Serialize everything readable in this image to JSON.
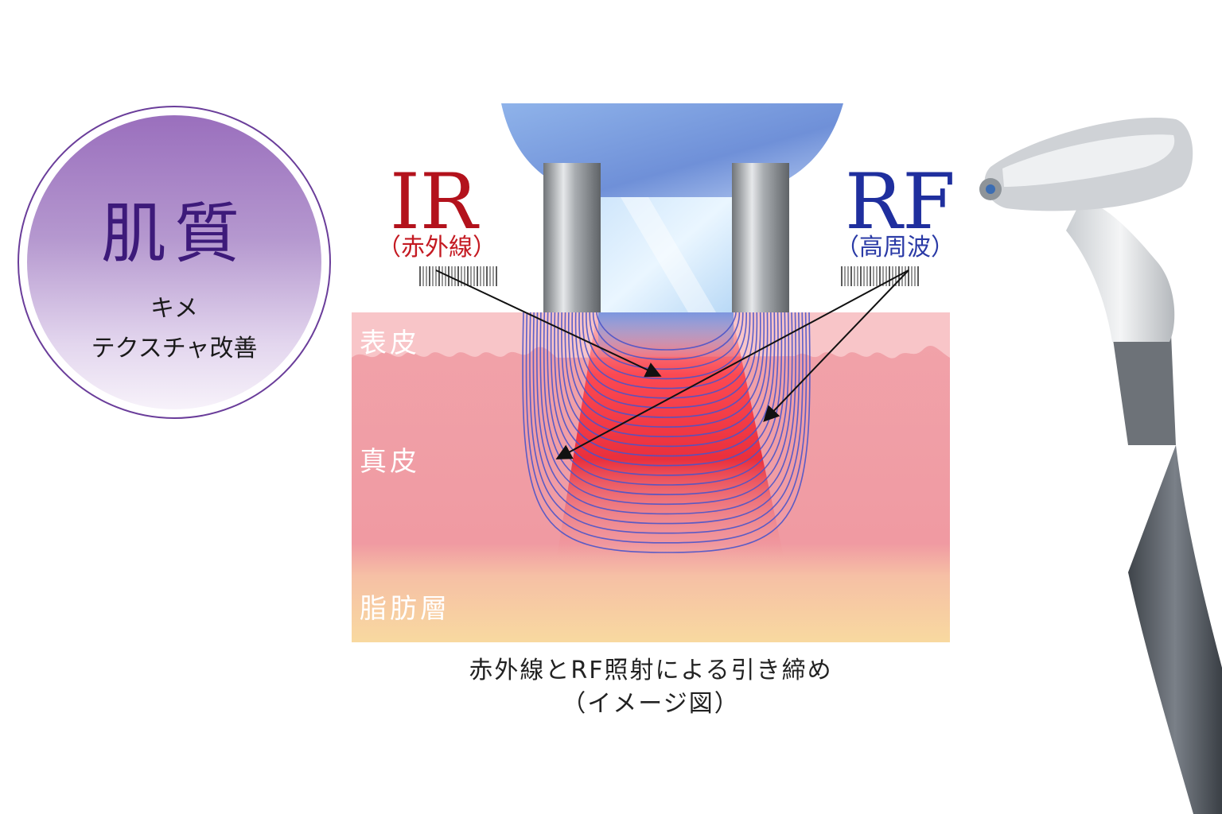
{
  "badge": {
    "title": "肌質",
    "line1": "キメ",
    "line2": "テクスチャ改善"
  },
  "labels": {
    "ir": "IR",
    "ir_sub": "（赤外線）",
    "rf": "RF",
    "rf_sub": "（高周波）"
  },
  "layers": {
    "epidermis": "表皮",
    "dermis": "真皮",
    "fat": "脂肪層"
  },
  "caption": {
    "line1": "赤外線とRF照射による引き締め",
    "line2": "（イメージ図）"
  },
  "colors": {
    "ir": "#b3121c",
    "rf": "#1f2f9e",
    "badge": "#9a6fbd",
    "field_lines": "#4a54c9"
  }
}
